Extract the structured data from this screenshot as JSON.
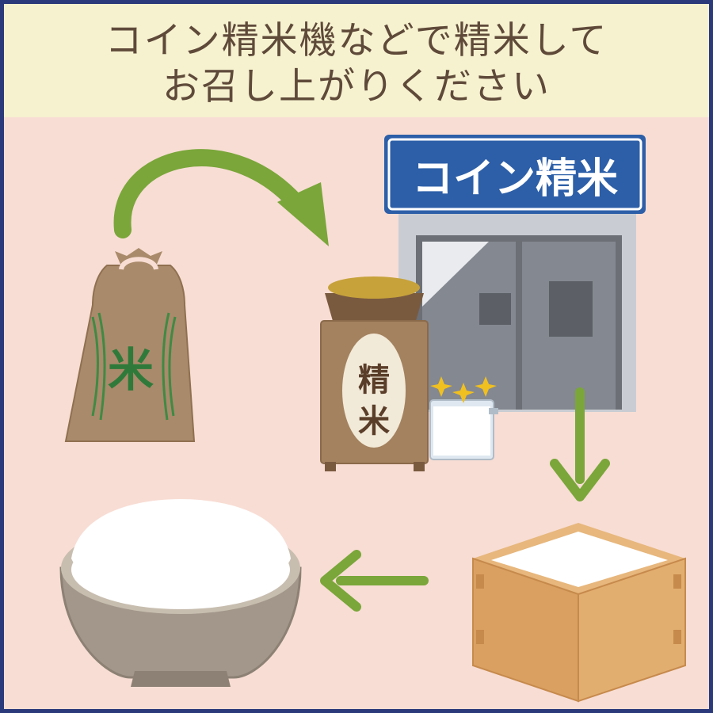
{
  "header": {
    "line1": "コイン精米機などで精米して",
    "line2": "お召し上がりください"
  },
  "shop": {
    "sign": "コイン精米"
  },
  "rice_bag": {
    "label": "米"
  },
  "polisher": {
    "label_top": "精",
    "label_bottom": "米"
  },
  "colors": {
    "background": "#f8ddd4",
    "banner": "#f6f1cf",
    "border": "#2b3a7a",
    "arrow": "#7aa63a",
    "sign": "#2d5fa8"
  }
}
